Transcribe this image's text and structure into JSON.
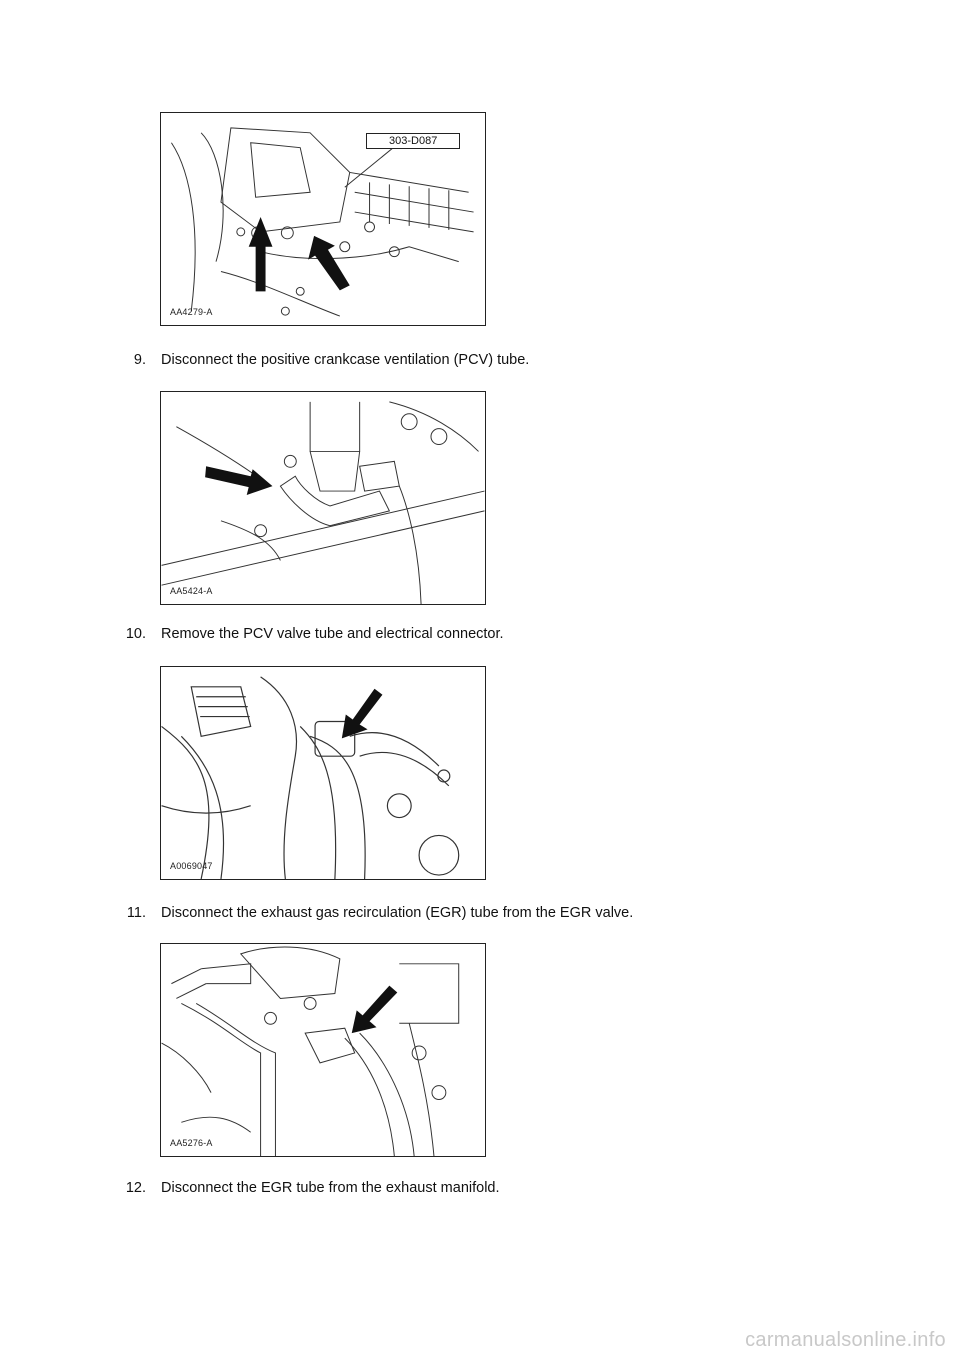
{
  "figures": [
    {
      "id": "AA4279-A",
      "callout": "303-D087"
    },
    {
      "id": "AA5424-A"
    },
    {
      "id": "A0069047"
    },
    {
      "id": "AA5276-A"
    }
  ],
  "steps": [
    {
      "number": "9.",
      "text": "Disconnect the positive crankcase ventilation (PCV) tube."
    },
    {
      "number": "10.",
      "text": "Remove the PCV valve tube and electrical connector."
    },
    {
      "number": "11.",
      "text": "Disconnect the exhaust gas recirculation (EGR) tube from the EGR valve."
    },
    {
      "number": "12.",
      "text": "Disconnect the EGR tube from the exhaust manifold."
    }
  ],
  "watermark": "carmanualsonline.info"
}
